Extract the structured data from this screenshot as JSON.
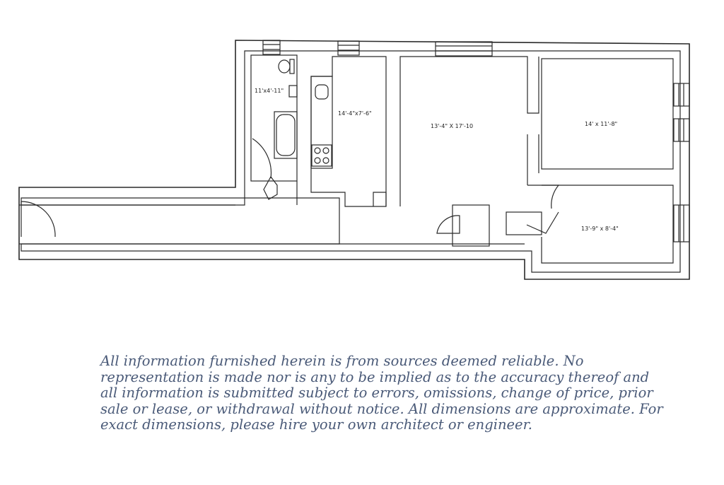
{
  "rooms": {
    "bath": "11'x4'-11\"",
    "kitchen": "14'-4\"x7'-6\"",
    "living": "13'-4\" X 17'-10",
    "bedroom_1": "14' x 11'-8\"",
    "bedroom_2": "13'-9\" x 8'-4\""
  },
  "disclaimer": "All information furnished herein is from sources deemed reliable. No representation is made nor is any to be implied as to the accuracy thereof and all information is submitted subject to errors, omissions, change of price, prior sale or lease, or withdrawal without notice. All dimensions are approximate. For exact dimensions, please hire your own architect or engineer."
}
